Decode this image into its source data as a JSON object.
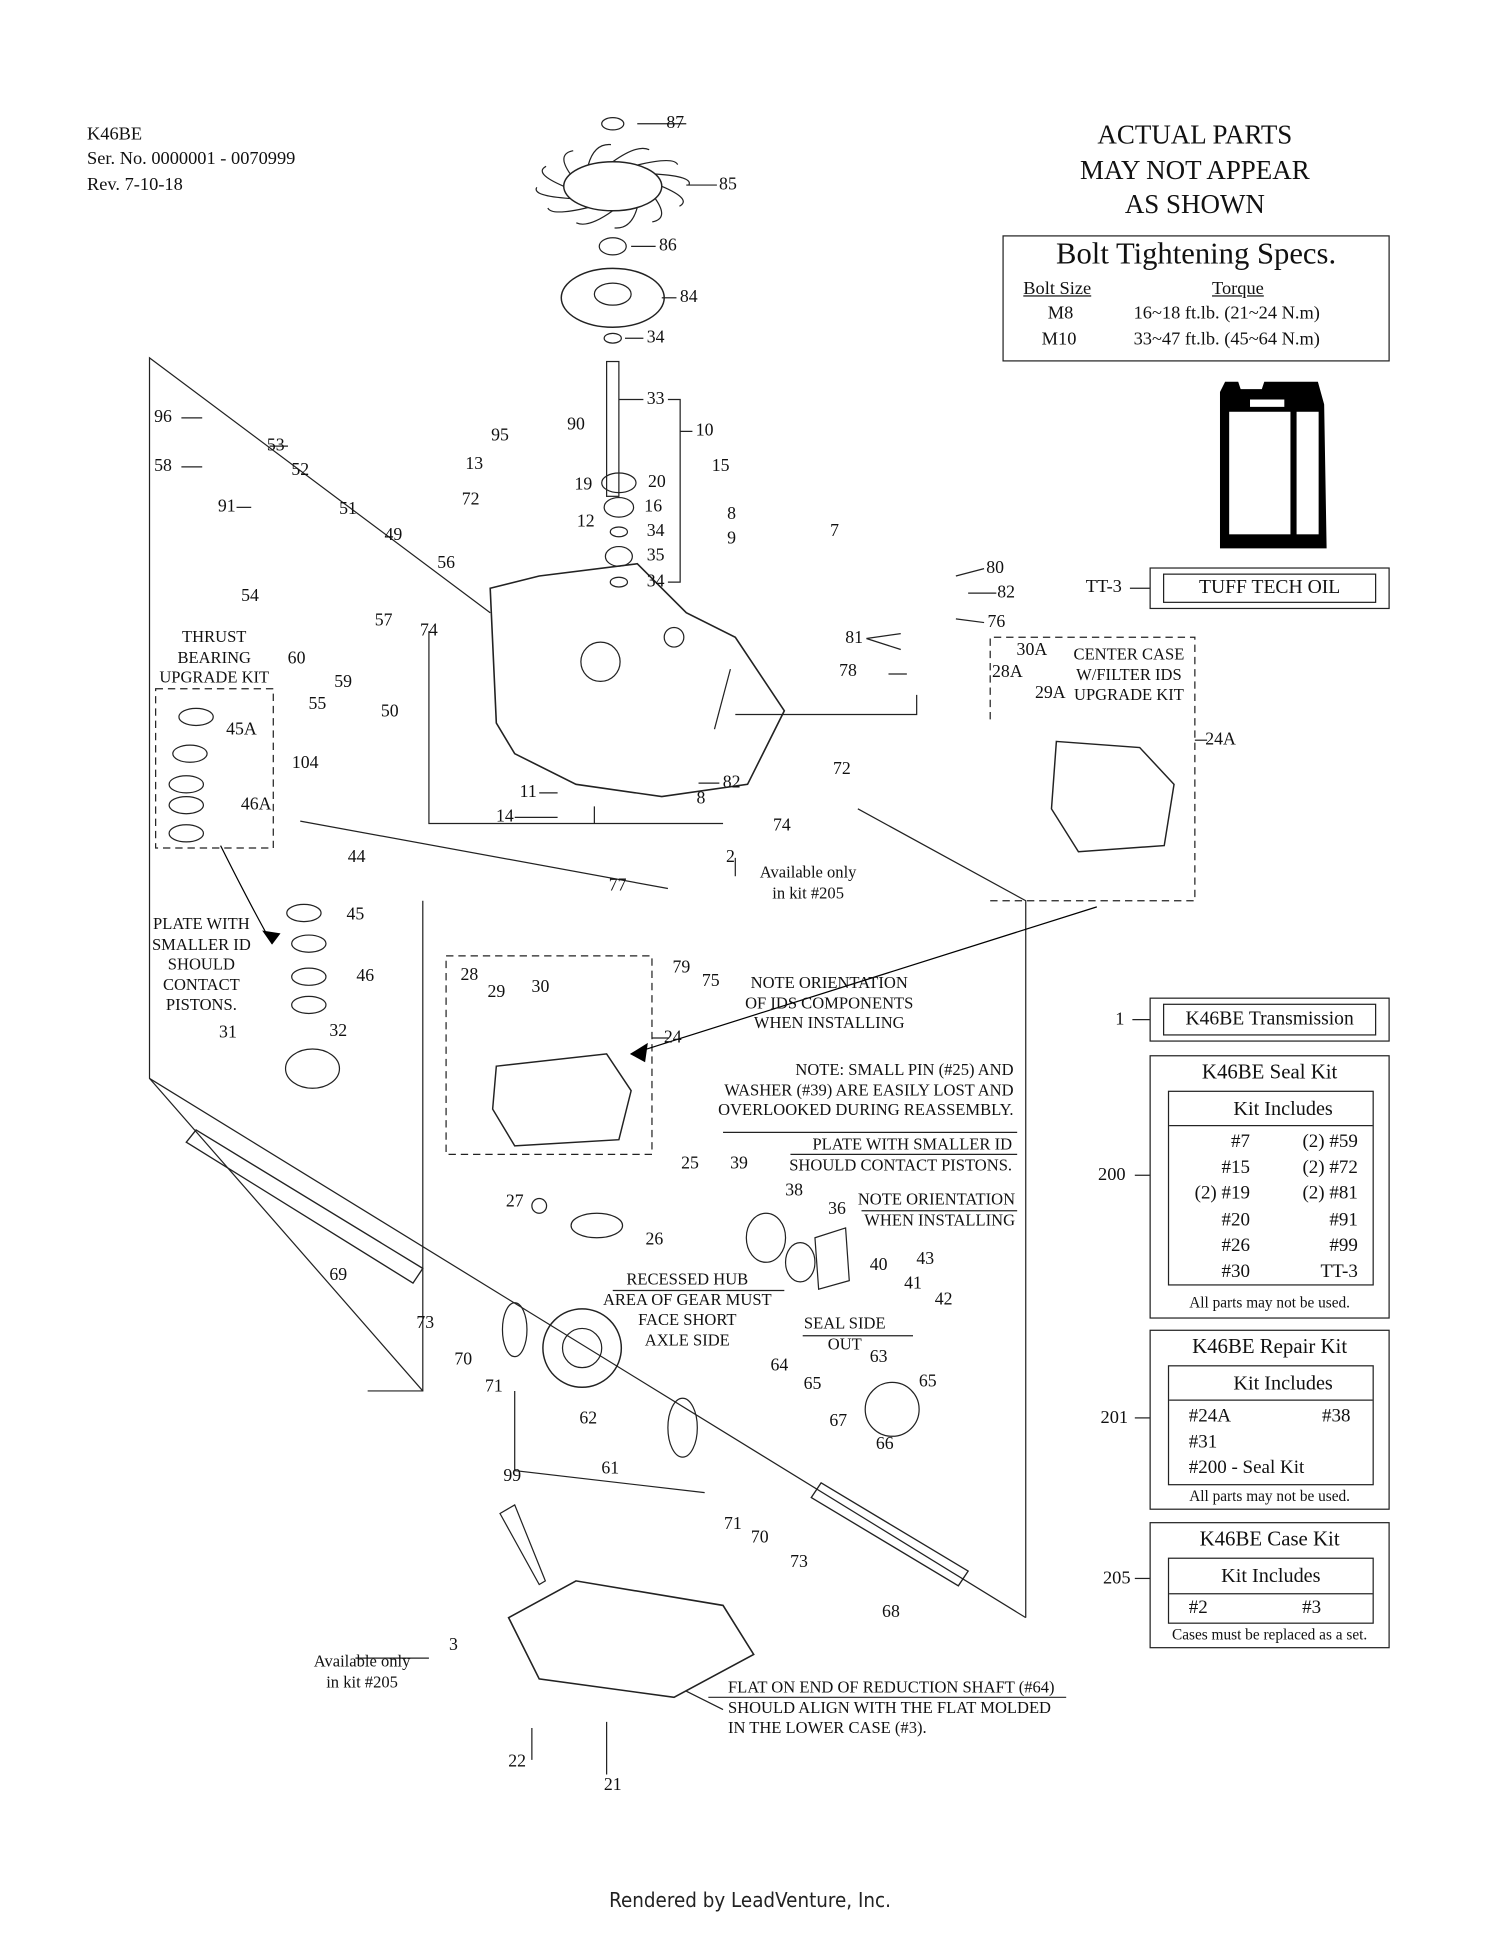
{
  "header": {
    "model": "K46BE",
    "serial": "Ser. No. 0000001 - 0070999",
    "revision": "Rev. 7-10-18"
  },
  "disclaimer": [
    "ACTUAL PARTS",
    "MAY NOT APPEAR",
    "AS SHOWN"
  ],
  "bolt_specs": {
    "title": "Bolt Tightening Specs.",
    "col_size": "Bolt Size",
    "col_torque": "Torque",
    "rows": [
      {
        "size": "M8",
        "torque": "16~18 ft.lb. (21~24 N.m)"
      },
      {
        "size": "M10",
        "torque": "33~47 ft.lb. (45~64 N.m)"
      }
    ]
  },
  "oil": {
    "callout": "TT-3",
    "label": "TUFF TECH OIL",
    "icon": "oil-jug-icon"
  },
  "transmission": {
    "callout": "1",
    "label": "K46BE Transmission"
  },
  "seal_kit": {
    "callout": "200",
    "title": "K46BE Seal Kit",
    "includes": "Kit Includes",
    "left": [
      "#7",
      "#15",
      "(2) #19",
      "#20",
      "#26",
      "#30"
    ],
    "right": [
      "(2) #59",
      "(2) #72",
      "(2) #81",
      "#91",
      "#99",
      "TT-3"
    ],
    "footnote": "All parts may not be used."
  },
  "repair_kit": {
    "callout": "201",
    "title": "K46BE Repair Kit",
    "includes": "Kit Includes",
    "items": [
      "#24A",
      "#38",
      "#31",
      "#200 - Seal Kit"
    ],
    "footnote": "All parts may not be used."
  },
  "case_kit": {
    "callout": "205",
    "title": "K46BE Case Kit",
    "includes": "Kit Includes",
    "items": [
      "#2",
      "#3"
    ],
    "footnote": "Cases must be replaced as a set."
  },
  "notes": {
    "thrust_kit": [
      "THRUST",
      "BEARING",
      "UPGRADE KIT"
    ],
    "center_case": [
      "CENTER CASE",
      "W/FILTER IDS",
      "UPGRADE KIT"
    ],
    "plate_left": [
      "PLATE WITH",
      "SMALLER ID",
      "SHOULD",
      "CONTACT",
      "PISTONS."
    ],
    "avail_top": [
      "Available only",
      "in kit #205"
    ],
    "ids_orientation": [
      "NOTE ORIENTATION",
      "OF IDS COMPONENTS",
      "WHEN INSTALLING"
    ],
    "small_pin": [
      "NOTE: SMALL PIN (#25) AND",
      "WASHER (#39) ARE EASILY LOST AND",
      "OVERLOOKED DURING REASSEMBLY."
    ],
    "plate_right": [
      "PLATE WITH SMALLER ID",
      "SHOULD CONTACT PISTONS."
    ],
    "orientation": [
      "NOTE ORIENTATION",
      "WHEN INSTALLING"
    ],
    "recessed_hub": [
      "RECESSED HUB",
      "AREA OF GEAR MUST",
      "FACE SHORT",
      "AXLE SIDE"
    ],
    "seal_side": [
      "SEAL SIDE",
      "OUT"
    ],
    "avail_bottom": [
      "Available only",
      "in kit #205"
    ],
    "flat_end": [
      "FLAT ON END OF REDUCTION SHAFT (#64)",
      "SHOULD ALIGN WITH THE FLAT MOLDED",
      "IN THE LOWER CASE (#3)."
    ]
  },
  "callouts": [
    "87",
    "85",
    "86",
    "84",
    "34",
    "33",
    "10",
    "95",
    "90",
    "13",
    "19",
    "20",
    "15",
    "16",
    "8",
    "34",
    "9",
    "7",
    "12",
    "35",
    "34",
    "72",
    "96",
    "53",
    "58",
    "52",
    "91",
    "51",
    "49",
    "56",
    "54",
    "57",
    "74",
    "80",
    "82",
    "76",
    "81",
    "78",
    "30A",
    "28A",
    "29A",
    "24A",
    "60",
    "55",
    "59",
    "50",
    "45A",
    "104",
    "46A",
    "11",
    "14",
    "82",
    "8",
    "74",
    "72",
    "2",
    "44",
    "45",
    "46",
    "77",
    "79",
    "75",
    "28",
    "29",
    "30",
    "31",
    "32",
    "24",
    "25",
    "39",
    "27",
    "26",
    "38",
    "36",
    "40",
    "43",
    "41",
    "42",
    "69",
    "73",
    "70",
    "71",
    "64",
    "63",
    "65",
    "65",
    "67",
    "66",
    "62",
    "61",
    "99",
    "71",
    "70",
    "73",
    "68",
    "3",
    "22",
    "21"
  ],
  "footer": "Rendered by LeadVenture, Inc."
}
